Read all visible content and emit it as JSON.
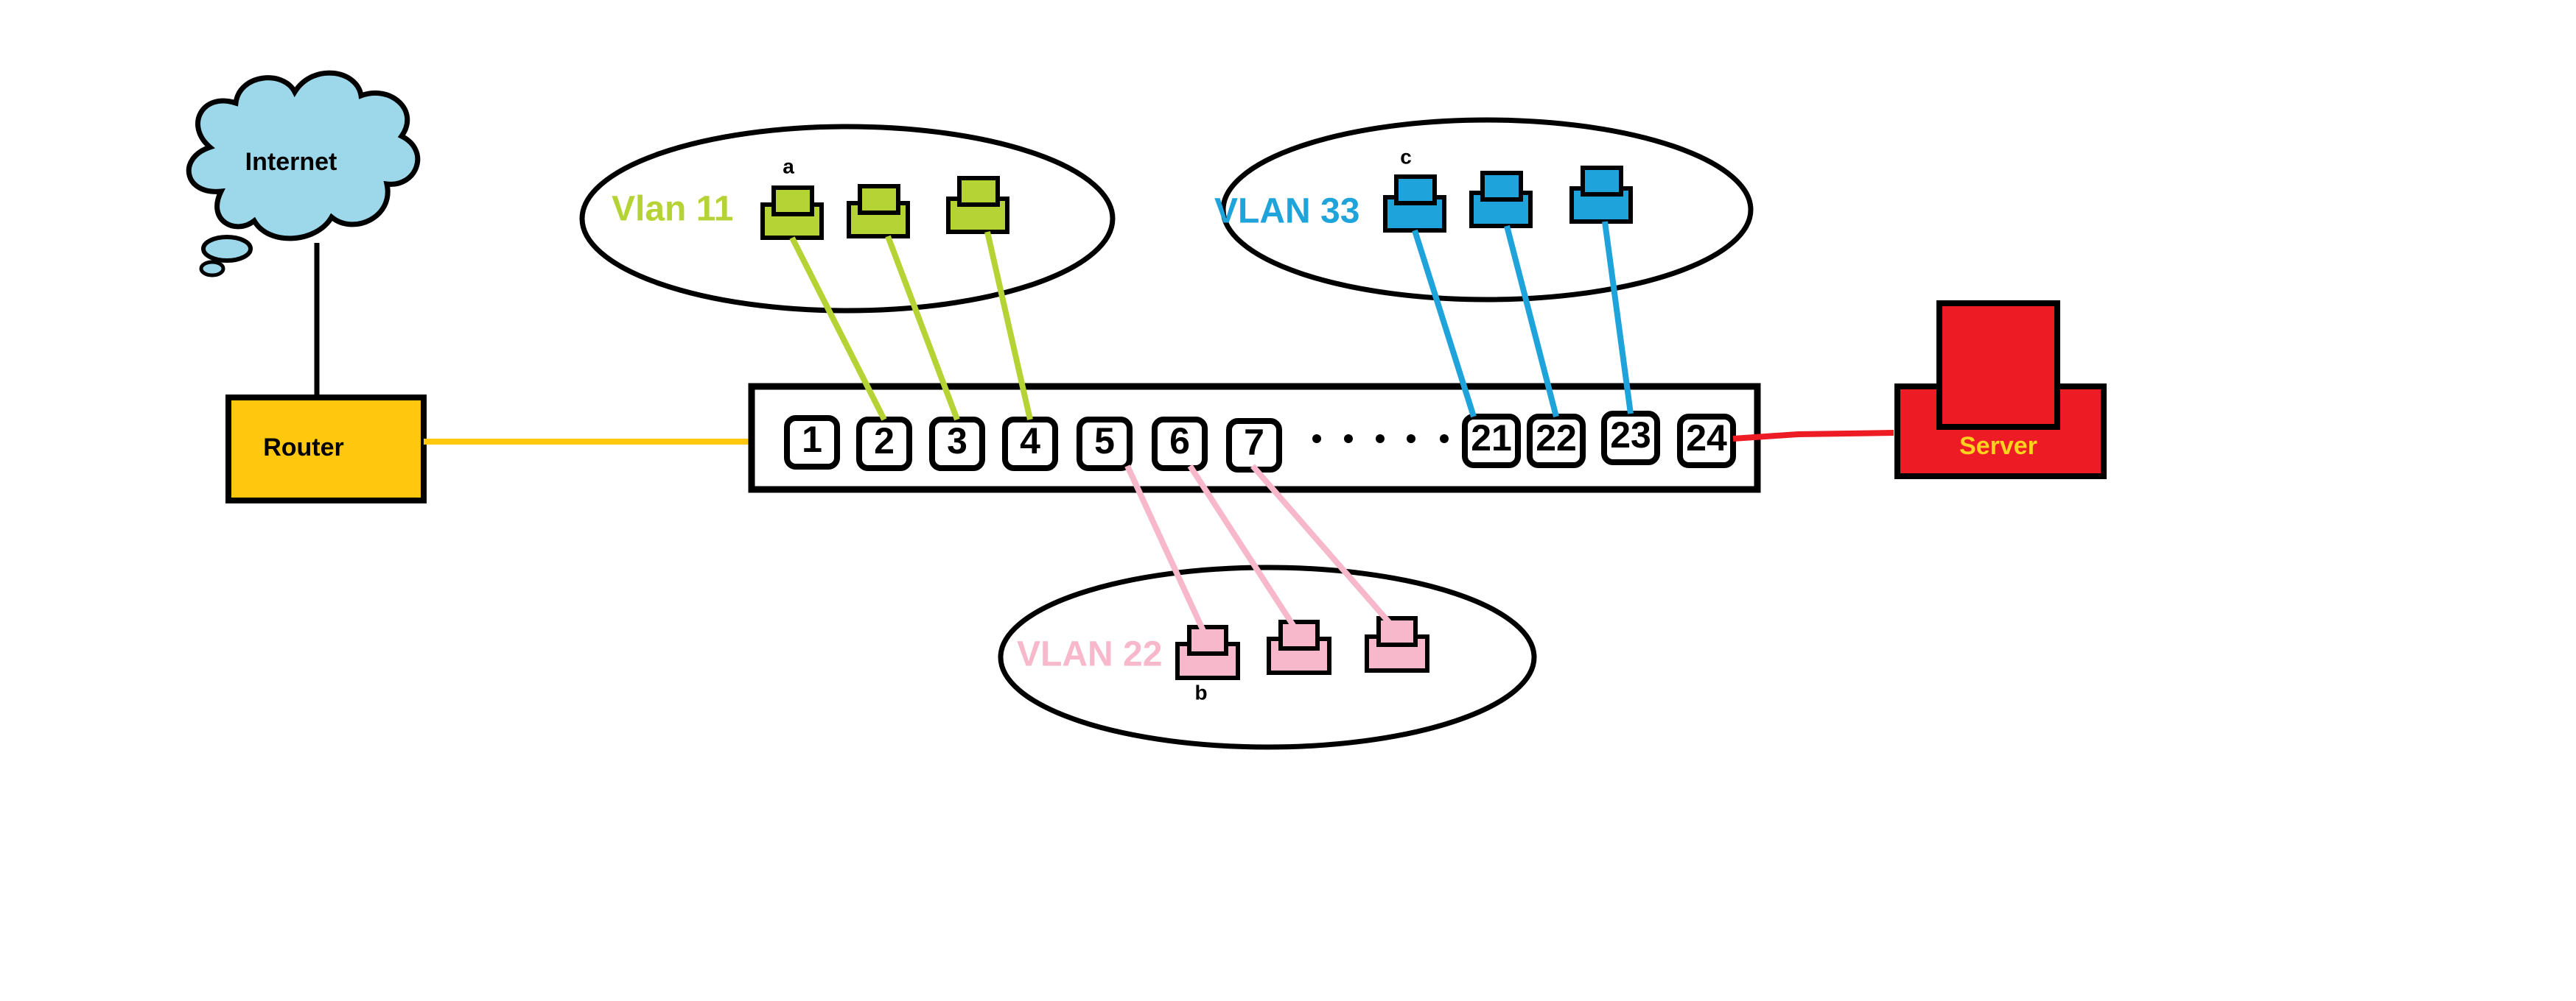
{
  "diagram": {
    "internet_label": "Internet",
    "router_label": "Router",
    "server_label": "Server",
    "switch_ports": [
      "1",
      "2",
      "3",
      "4",
      "5",
      "6",
      "7",
      "21",
      "22",
      "23",
      "24"
    ],
    "vlans": [
      {
        "label": "Vlan 11",
        "color": "#b5d334",
        "ports": [
          "2",
          "3",
          "4"
        ],
        "host_tag": "a"
      },
      {
        "label": "VLAN 22",
        "color": "#f7b8cc",
        "ports": [
          "5",
          "6",
          "7"
        ],
        "host_tag": "b"
      },
      {
        "label": "VLAN 33",
        "color": "#1fa3db",
        "ports": [
          "21",
          "22",
          "23"
        ],
        "host_tag": "c"
      }
    ],
    "colors": {
      "router": "#ffc70d",
      "router_link": "#ffc70d",
      "server": "#ed1c24",
      "server_text": "#ffd21f",
      "cloud": "#9dd8ea"
    }
  }
}
